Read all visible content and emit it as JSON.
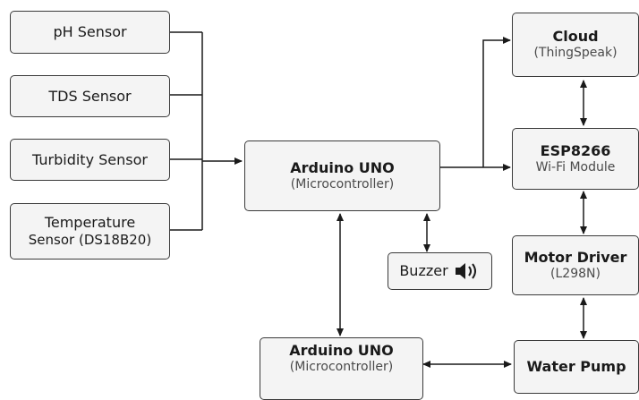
{
  "sensors": {
    "ph": "pH Sensor",
    "tds": "TDS Sensor",
    "turbidity": "Turbidity Sensor",
    "temperature_line1": "Temperature",
    "temperature_line2": "Sensor (DS18B20)"
  },
  "controller_main": {
    "title": "Arduino UNO",
    "subtitle": "(Microcontroller)"
  },
  "controller_secondary": {
    "title": "Arduino UNO",
    "subtitle": "(Microcontroller)"
  },
  "buzzer": {
    "label": "Buzzer",
    "icon": "speaker-icon"
  },
  "cloud": {
    "title": "Cloud",
    "subtitle": "(ThingSpeak)"
  },
  "esp": {
    "title": "ESP8266",
    "subtitle": "Wi-Fi Module"
  },
  "motor_driver": {
    "title": "Motor Driver",
    "subtitle": "(L298N)"
  },
  "water_pump": {
    "title": "Water Pump"
  },
  "colors": {
    "stroke": "#1a1a1a",
    "box_fill": "#f4f4f4",
    "box_border": "#3a3a3a",
    "subtitle": "#4a4a4a"
  }
}
